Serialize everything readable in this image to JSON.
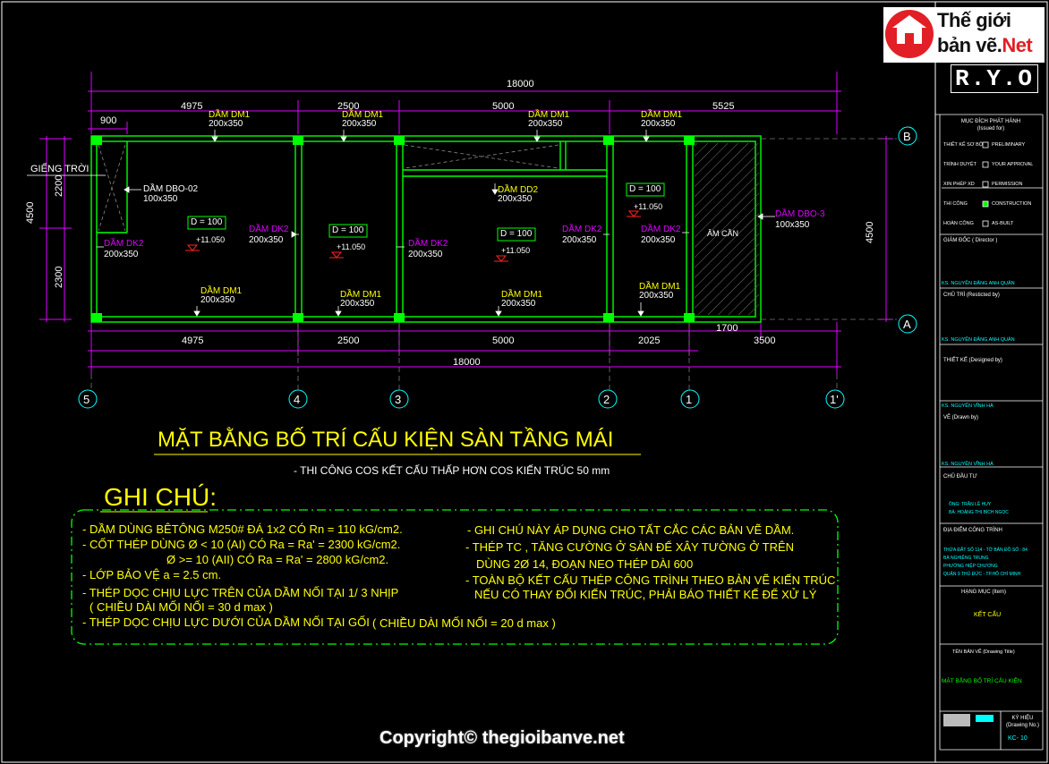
{
  "logo": {
    "line1": "Thế giới",
    "line2": "bản vẽ.",
    "line3": "Net",
    "company": "R.Y.O"
  },
  "plan": {
    "dims_top": {
      "total": "18000",
      "segments": [
        "4975",
        "2500",
        "5000",
        "5525"
      ],
      "sub": "900"
    },
    "dims_bottom": {
      "total": "18000",
      "segments": [
        "4975",
        "2500",
        "5000",
        "2025"
      ],
      "sub1": "1700",
      "sub2": "3500"
    },
    "dims_left": {
      "total": "4500",
      "upper": "2200",
      "lower": "2300"
    },
    "dims_right": {
      "total": "4500"
    },
    "axes": [
      "5",
      "4",
      "3",
      "2",
      "1",
      "1'"
    ],
    "rows": [
      "B",
      "A"
    ],
    "gieng_troi": "GIẾNG TRỜI",
    "am_can": "ÂM CẦN",
    "beams": {
      "dm1": "DẦM DM1",
      "dm1_size": "200x350",
      "dk2": "DẦM DK2",
      "dk2_size": "200x350",
      "dd2": "DẦM DD2",
      "dd2_size": "200x350",
      "dbo2": "DẦM DBO-02",
      "dbo2_size": "100x350",
      "dbo3": "DẦM DBO-3",
      "dbo3_size": "100x350"
    },
    "slab_d": "D = 100",
    "slab_level": "+11.050"
  },
  "title": {
    "main": "MẶT BẰNG BỐ TRÍ CẤU KIỆN SÀN TẦNG MÁI",
    "sub": "- THI CÔNG COS KẾT CẤU THẤP HƠN COS KIẾN TRÚC 50 mm"
  },
  "notes": {
    "heading": "GHI CHÚ:",
    "left": [
      "-  DẦM DÙNG BÊTÔNG M250# ĐÁ 1x2 CÓ Rn = 110 kG/cm2.",
      "-  CỐT THÉP DÙNG Ø < 10 (AI) CÓ Ra = Ra' = 2300 kG/cm2.",
      "Ø >= 10 (AII) CÓ Ra = Ra' = 2800 kG/cm2.",
      "-  LỚP BẢO VỆ a = 2.5 cm.",
      "- THÉP DỌC CHỊU LỰC TRÊN CỦA DẦM NỐI TẠI 1/ 3 NHỊP",
      "( CHIỀU DÀI MỐI NỐI  = 30 d max )",
      "- THÉP DỌC CHỊU LỰC DƯỚI  CỦA DẦM NỐI TẠI GỐI",
      "( CHIỀU DÀI MỐI NỐI  = 20 d max )"
    ],
    "right": [
      "-  GHI CHÚ NÀY ÁP DỤNG CHO TẤT CẮC CÁC BẢN VẼ DẦM.",
      "-  THÉP TC , TĂNG CƯỜNG Ở SÀN ĐỂ XÂY TƯỜNG Ở TRÊN",
      "DÙNG 2Ø 14, ĐOẠN NEO THÉP DÀI 600",
      "- TOÀN BỘ KẾT CẤU THÉP CÔNG TRÌNH THEO BẢN VẼ KIẾN TRÚC",
      "NẾU CÓ THAY ĐỔI KIẾN TRÚC, PHẢI BÁO THIẾT KẾ ĐỂ XỬ LÝ"
    ]
  },
  "title_block": {
    "purpose": "MỤC ĐÍCH PHÁT HÀNH",
    "purpose_en": "(Issued for)",
    "opts": [
      {
        "label": "THIẾT KẾ SƠ BỘ",
        "value": "PRELIMINARY"
      },
      {
        "label": "TRÌNH DUYỆT",
        "value": "YOUR APPROVAL"
      },
      {
        "label": "XIN PHÉP XD",
        "value": "PERMISSION"
      },
      {
        "label": "THI CÔNG",
        "value": "CONSTRUCTION"
      },
      {
        "label": "HOÀN CÔNG",
        "value": "AS-BUILT"
      }
    ],
    "director": "GIÁM ĐỐC ( Director )",
    "director_name": "KS. NGUYỄN ĐẶNG ANH QUÂN",
    "resp": "CHỦ TRÌ (Resticted by)",
    "resp_name": "KS. NGUYỄN ĐẶNG ANH QUÂN",
    "design": "THIẾT KẾ (Designed by)",
    "design_name": "KS. NGUYỄN VĨNH HÀ",
    "draw": "VẼ (Drawn by)",
    "draw_name": "KS. NGUYỄN VĨNH HÀ",
    "owner": "CHỦ ĐẦU TƯ",
    "owner_1": "ÔNG: TRẦN LÊ HUY",
    "owner_2": "BÀ: HOÀNG THỊ BÍCH NGỌC",
    "location": "ĐỊA ĐIỂM CÔNG TRÌNH",
    "loc_lines": [
      "THỬA ĐẤT SỐ 114 - TỜ BẢN ĐỒ SỐ : 84",
      "BÀ NGHIÊNG TRUNG",
      "PHƯỜNG HIỆP CHƯƠNG",
      "QUẬN 9 THỦ ĐỨC - TP.HỒ CHÍ MINH"
    ],
    "category": "HẠNG MỤC (Item)",
    "category_value": "KẾT CẤU",
    "drawing_title": "TÊN BẢN VẼ  (Drawing Title)",
    "drawing_title_value": "MẶT BẰNG BỐ TRÍ CẤU KIỆN",
    "sign": "KÝ HIỆU",
    "sign_en": "(Drawing No.)",
    "sign_value": "KC- 10"
  },
  "copyright": "Copyright© thegioibanve.net"
}
